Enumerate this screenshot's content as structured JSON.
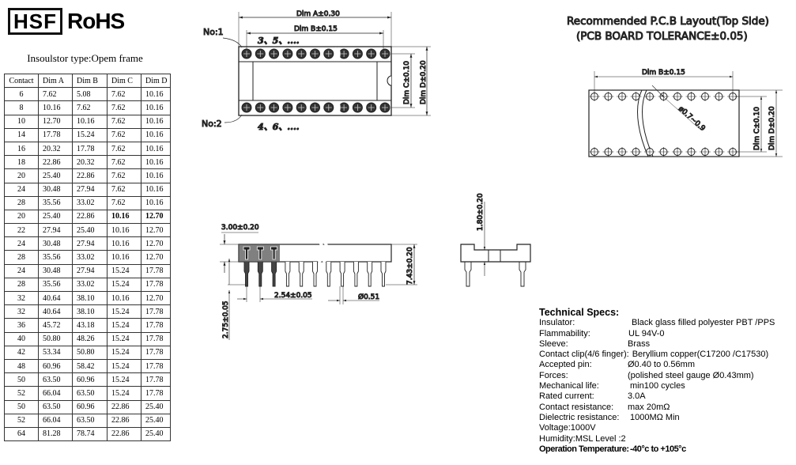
{
  "logo": {
    "hsf": "HSF",
    "rohs": "RoHS"
  },
  "insulator_type": "Insoulstor type:Opem frame",
  "table": {
    "headers": [
      "Contact",
      "Dim A",
      "Dim B",
      "Dim C",
      "Dim D"
    ],
    "rows": [
      [
        "6",
        "7.62",
        "5.08",
        "7.62",
        "10.16"
      ],
      [
        "8",
        "10.16",
        "7.62",
        "7.62",
        "10.16"
      ],
      [
        "10",
        "12.70",
        "10.16",
        "7.62",
        "10.16"
      ],
      [
        "14",
        "17.78",
        "15.24",
        "7.62",
        "10.16"
      ],
      [
        "16",
        "20.32",
        "17.78",
        "7.62",
        "10.16"
      ],
      [
        "18",
        "22.86",
        "20.32",
        "7.62",
        "10.16"
      ],
      [
        "20",
        "25.40",
        "22.86",
        "7.62",
        "10.16"
      ],
      [
        "24",
        "30.48",
        "27.94",
        "7.62",
        "10.16"
      ],
      [
        "28",
        "35.56",
        "33.02",
        "7.62",
        "10.16"
      ],
      [
        "20",
        "25.40",
        "22.86",
        "10.16",
        "12.70"
      ],
      [
        "22",
        "27.94",
        "25.40",
        "10.16",
        "12.70"
      ],
      [
        "24",
        "30.48",
        "27.94",
        "10.16",
        "12.70"
      ],
      [
        "28",
        "35.56",
        "33.02",
        "10.16",
        "12.70"
      ],
      [
        "24",
        "30.48",
        "27.94",
        "15.24",
        "17.78"
      ],
      [
        "28",
        "35.56",
        "33.02",
        "15.24",
        "17.78"
      ],
      [
        "32",
        "40.64",
        "38.10",
        "10.16",
        "12.70"
      ],
      [
        "32",
        "40.64",
        "38.10",
        "15.24",
        "17.78"
      ],
      [
        "36",
        "45.72",
        "43.18",
        "15.24",
        "17.78"
      ],
      [
        "40",
        "50.80",
        "48.26",
        "15.24",
        "17.78"
      ],
      [
        "42",
        "53.34",
        "50.80",
        "15.24",
        "17.78"
      ],
      [
        "48",
        "60.96",
        "58.42",
        "15.24",
        "17.78"
      ],
      [
        "50",
        "63.50",
        "60.96",
        "15.24",
        "17.78"
      ],
      [
        "52",
        "66.04",
        "63.50",
        "15.24",
        "17.78"
      ],
      [
        "50",
        "63.50",
        "60.96",
        "22.86",
        "25.40"
      ],
      [
        "52",
        "66.04",
        "63.50",
        "22.86",
        "25.40"
      ],
      [
        "64",
        "81.28",
        "78.74",
        "22.86",
        "25.40"
      ]
    ],
    "bold_row": 9
  },
  "top_view": {
    "dim_a": "Dim  A±0.30",
    "dim_b": "Dim  B±0.15",
    "dim_c": "Dim  C±0.10",
    "dim_d": "Dim  D±0.20",
    "no1": "No:1",
    "no2": "No:2",
    "odd": "3、5、....",
    "even": "4、6、...."
  },
  "side_view": {
    "h1": "3.00±0.20",
    "h2": "7.43±0.20",
    "pitch": "2.54±0.05",
    "pin_dia": "Ø0.51",
    "tail": "2.75±0.05",
    "end_h": "1.80±0.20"
  },
  "pcb": {
    "title1": "Recommended  P.C.B  Layout(Top  Side)",
    "title2": "(PCB  BOARD  TOLERANCE±0.05)",
    "dim_b": "Dim  B±0.15",
    "hole": "ø0.7~0.9",
    "dim_c": "Dim  C±0.10",
    "dim_d": "Dim  D±0.20"
  },
  "specs": {
    "title": "Technical Specs:",
    "items": [
      {
        "k": "Insulator:",
        "v": "Black glass filled polyester PBT /PPS",
        "w": 117
      },
      {
        "k": "Flammability:",
        "v": "UL 94V-0",
        "w": 113
      },
      {
        "k": "Sleeve:",
        "v": "Brass",
        "w": 112
      },
      {
        "k": "Contact clip(4/6 finger):",
        "v": "Beryllium copper(C17200 /C17530)",
        "w": 0
      },
      {
        "k": "Accepted pin:",
        "v": "Ø0.40 to 0.56mm",
        "w": 112
      },
      {
        "k": "Forces:",
        "v": "(polished steel gauge  Ø0.43mm)",
        "w": 112
      },
      {
        "k": "Mechanical life:",
        "v": "min100 cycles",
        "w": 115
      },
      {
        "k": "Rated current:",
        "v": "3.0A",
        "w": 112
      },
      {
        "k": "Contact resistance:",
        "v": "max  20mΩ",
        "w": 112
      },
      {
        "k": "Dielectric resistance:",
        "v": "1000MΩ Min",
        "w": 115
      },
      {
        "k": "Voltage:1000V",
        "v": "",
        "w": 0
      },
      {
        "k": "Humidity:MSL Level :2",
        "v": "",
        "w": 0
      }
    ],
    "op_label": "Operation Temperature:",
    "op_value": "-40°c to +105°c"
  }
}
